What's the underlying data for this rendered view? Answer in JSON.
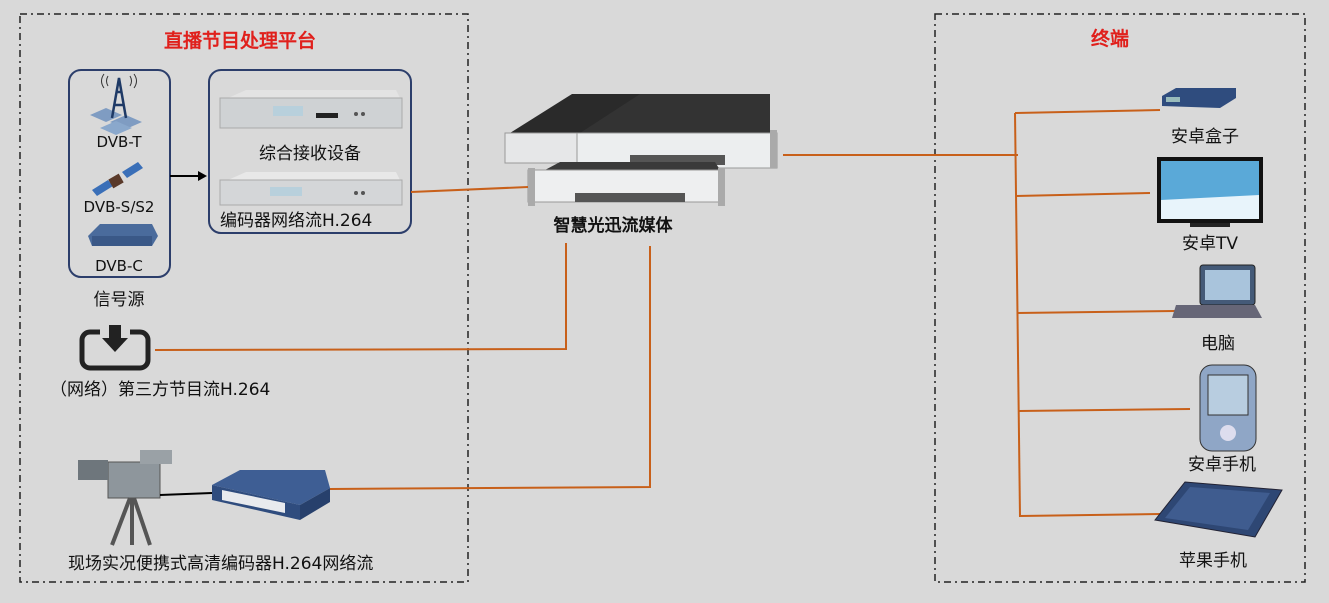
{
  "colors": {
    "title": "#e0201c",
    "link": "#c8601a",
    "frame": "#2c3e6b"
  },
  "left_panel": {
    "title": "直播节目处理平台",
    "signal_sources": {
      "items": [
        "DVB-T",
        "DVB-S/S2",
        "DVB-C"
      ],
      "caption": "信号源"
    },
    "devices": {
      "receiver": "综合接收设备",
      "encoder": "编码器网络流H.264"
    },
    "third_party": "（网络）第三方节目流H.264",
    "live": "现场实况便携式高清编码器H.264网络流"
  },
  "center": {
    "server": "智慧光迅流媒体"
  },
  "right_panel": {
    "title": "终端",
    "terminals": [
      "安卓盒子",
      "安卓TV",
      "电脑",
      "安卓手机",
      "苹果手机"
    ]
  }
}
